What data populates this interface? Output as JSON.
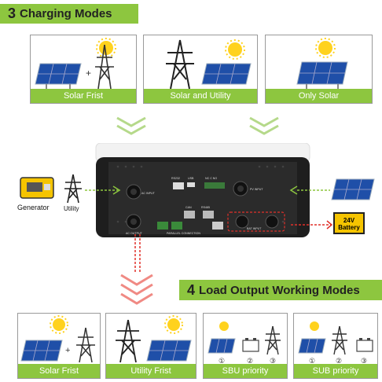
{
  "charging": {
    "number": "3",
    "title": "Charging Modes",
    "modes": [
      {
        "label": "Solar Frist"
      },
      {
        "label": "Solar and Utility"
      },
      {
        "label": "Only Solar"
      }
    ]
  },
  "inverter": {
    "left_labels": {
      "generator": "Generator",
      "utility": "Utility"
    },
    "battery_label_line1": "24V",
    "battery_label_line2": "Battery",
    "panel_marks": {
      "rs232": "RS232",
      "usb": "USB",
      "nc_c_no": "NC C NO",
      "ac_input": "AC INPUT",
      "pv_input": "PV INPUT",
      "can": "CAN",
      "rs485": "RS485",
      "ac_output": "AC OUTPUT",
      "parallel": "PARALLEL CONNECTION",
      "bat_input": "BAT INPUT"
    }
  },
  "output": {
    "number": "4",
    "title": "Load Output Working Modes",
    "modes": [
      {
        "label": "Solar Frist"
      },
      {
        "label": "Utility Frist"
      },
      {
        "label": "SBU priority",
        "steps": [
          "①",
          "②",
          "③"
        ]
      },
      {
        "label": "SUB priority",
        "steps": [
          "①",
          "②",
          "③"
        ]
      }
    ]
  },
  "colors": {
    "accent": "#8dc63f",
    "arrow_red": "#e0302a",
    "panel_blue": "#1f4fa8"
  }
}
